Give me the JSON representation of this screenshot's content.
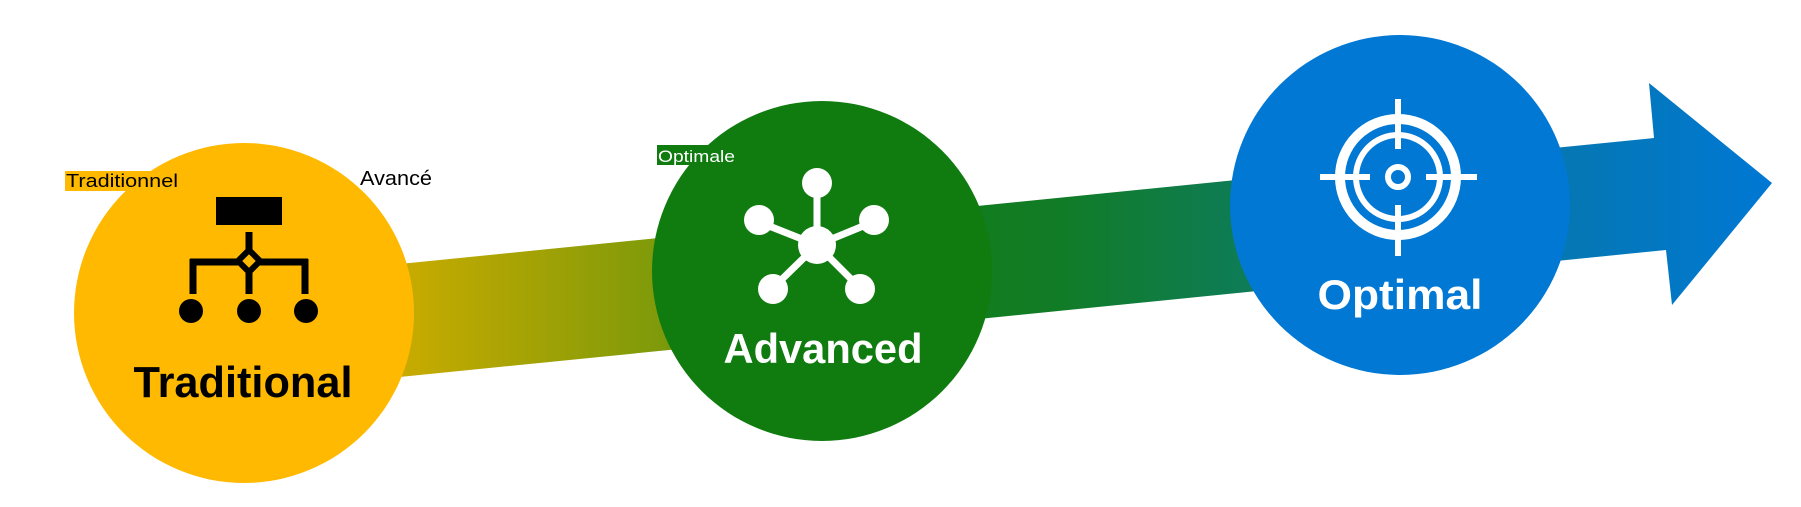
{
  "diagram": {
    "type": "maturity-progression",
    "direction": "left-to-right",
    "colors": {
      "traditional": "#FFB900",
      "advanced": "#107C10",
      "optimal": "#0078D4",
      "band_mid": "#0E7C6E",
      "icon_dark": "#000000",
      "icon_light": "#FFFFFF"
    },
    "stages": [
      {
        "id": "traditional",
        "label": "Traditional",
        "icon": "hierarchy-icon",
        "color": "#FFB900",
        "text_color": "#000000"
      },
      {
        "id": "advanced",
        "label": "Advanced",
        "icon": "network-icon",
        "color": "#107C10",
        "text_color": "#FFFFFF"
      },
      {
        "id": "optimal",
        "label": "Optimal",
        "icon": "target-icon",
        "color": "#0078D4",
        "text_color": "#FFFFFF"
      }
    ],
    "translations": [
      {
        "text": "Traditionnel",
        "highlight": "#FFB900",
        "text_color": "#000000"
      },
      {
        "text": "Avancé",
        "highlight": "none",
        "text_color": "#000000"
      },
      {
        "text": "Optimale",
        "highlight": "#107C10",
        "text_color": "#FFFFFF"
      }
    ]
  }
}
